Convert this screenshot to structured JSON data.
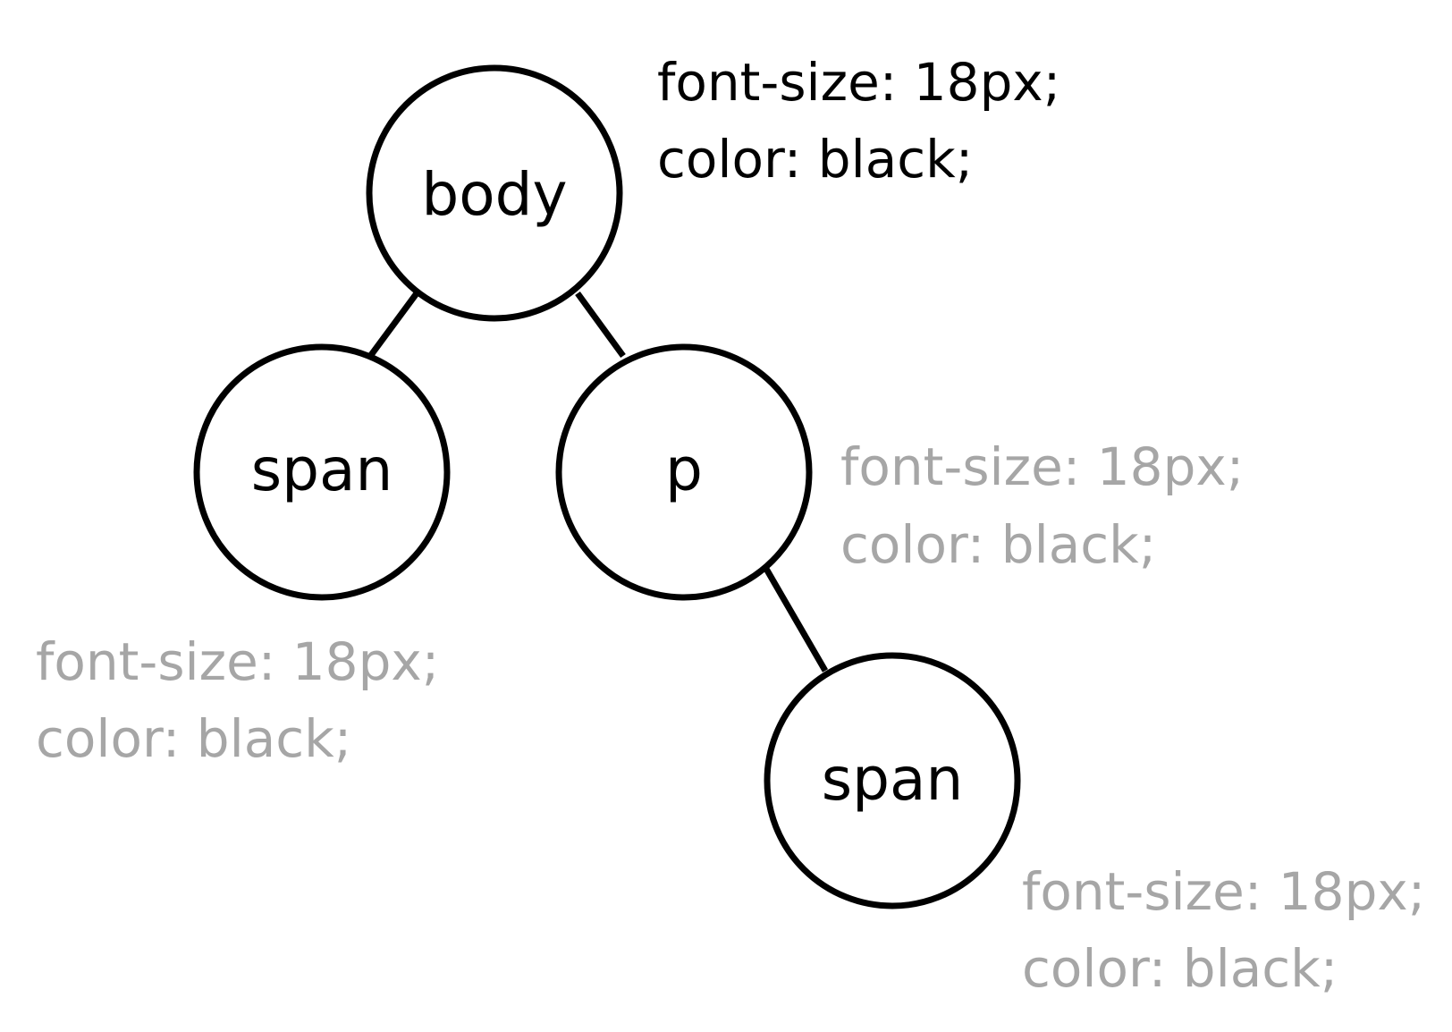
{
  "colors": {
    "stroke": "#000000",
    "declared_text": "#000000",
    "inherited_text": "#a6a6a6",
    "background": "#ffffff"
  },
  "nodes": {
    "body": {
      "label": "body"
    },
    "span_left": {
      "label": "span"
    },
    "p": {
      "label": "p"
    },
    "span_right": {
      "label": "span"
    }
  },
  "styles": {
    "body": {
      "font_size": "font-size: 18px;",
      "color": "color: black;",
      "inherited": false
    },
    "span_left": {
      "font_size": "font-size: 18px;",
      "color": "color: black;",
      "inherited": true
    },
    "p": {
      "font_size": "font-size: 18px;",
      "color": "color: black;",
      "inherited": true
    },
    "span_right": {
      "font_size": "font-size: 18px;",
      "color": "color: black;",
      "inherited": true
    }
  }
}
